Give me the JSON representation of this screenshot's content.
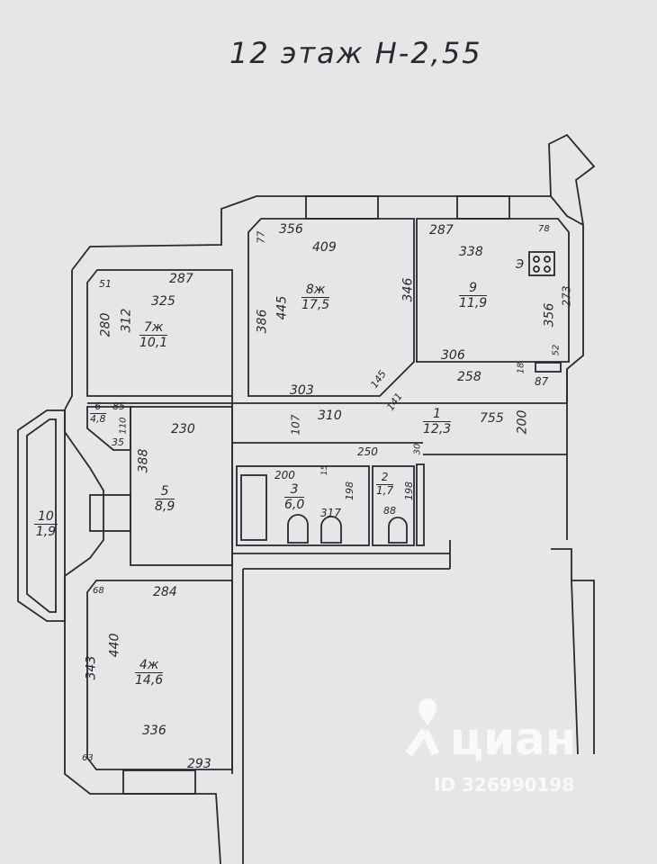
{
  "title": "12 этаж Н-2,55",
  "rooms": [
    {
      "num": "1",
      "area": "12,3"
    },
    {
      "num": "2",
      "area": "1,7"
    },
    {
      "num": "3",
      "area": "6,0"
    },
    {
      "num": "4ж",
      "area": "14,6"
    },
    {
      "num": "5",
      "area": "8,9"
    },
    {
      "num": "6",
      "area": "4,8"
    },
    {
      "num": "7ж",
      "area": "10,1"
    },
    {
      "num": "8ж",
      "area": "17,5"
    },
    {
      "num": "9",
      "area": "11,9"
    },
    {
      "num": "10",
      "area": "1,9"
    }
  ],
  "dims": {
    "r7": [
      "51",
      "287",
      "325",
      "280",
      "312"
    ],
    "r8": [
      "77",
      "356",
      "409",
      "386",
      "445",
      "346",
      "303",
      "145",
      "141"
    ],
    "r9": [
      "287",
      "338",
      "78",
      "356",
      "273",
      "306",
      "52",
      "258",
      "18",
      "87",
      "Э"
    ],
    "r1": [
      "310",
      "107",
      "755",
      "200"
    ],
    "r6": [
      "85",
      "110",
      "35"
    ],
    "r5": [
      "230",
      "388"
    ],
    "r3": [
      "250",
      "200",
      "15",
      "198",
      "317"
    ],
    "r2": [
      "30",
      "198",
      "88"
    ],
    "r4": [
      "68",
      "284",
      "440",
      "343",
      "336",
      "63",
      "293"
    ]
  },
  "watermark": {
    "brand": "циан",
    "id": "ID 326990198"
  }
}
